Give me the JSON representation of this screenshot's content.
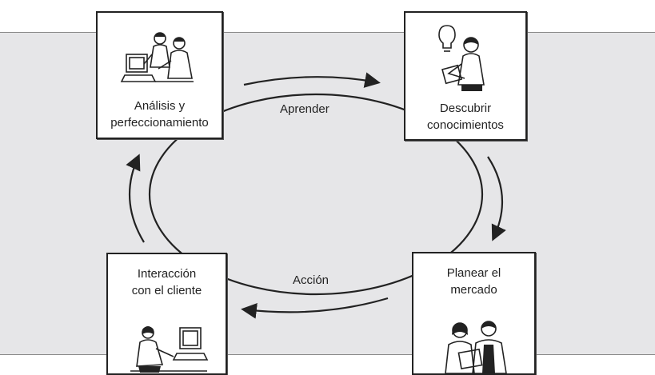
{
  "nodes": [
    {
      "id": "analisis",
      "label_lines": [
        "Análisis y",
        "perfeccionamiento"
      ],
      "illustration": "two-people-at-computer"
    },
    {
      "id": "descubrir",
      "label_lines": [
        "Descubrir",
        "conocimientos"
      ],
      "illustration": "person-with-lightbulb-idea"
    },
    {
      "id": "interaccion",
      "label_lines": [
        "Interacción",
        "con el cliente"
      ],
      "illustration": "woman-on-phone-at-computer"
    },
    {
      "id": "planear",
      "label_lines": [
        "Planear el",
        "mercado"
      ],
      "illustration": "two-people-reviewing-document"
    }
  ],
  "edges": {
    "aprender": "Aprender",
    "accion": "Acción"
  },
  "colors": {
    "band": "#e6e6e8",
    "stroke": "#222222",
    "box": "#ffffff"
  }
}
